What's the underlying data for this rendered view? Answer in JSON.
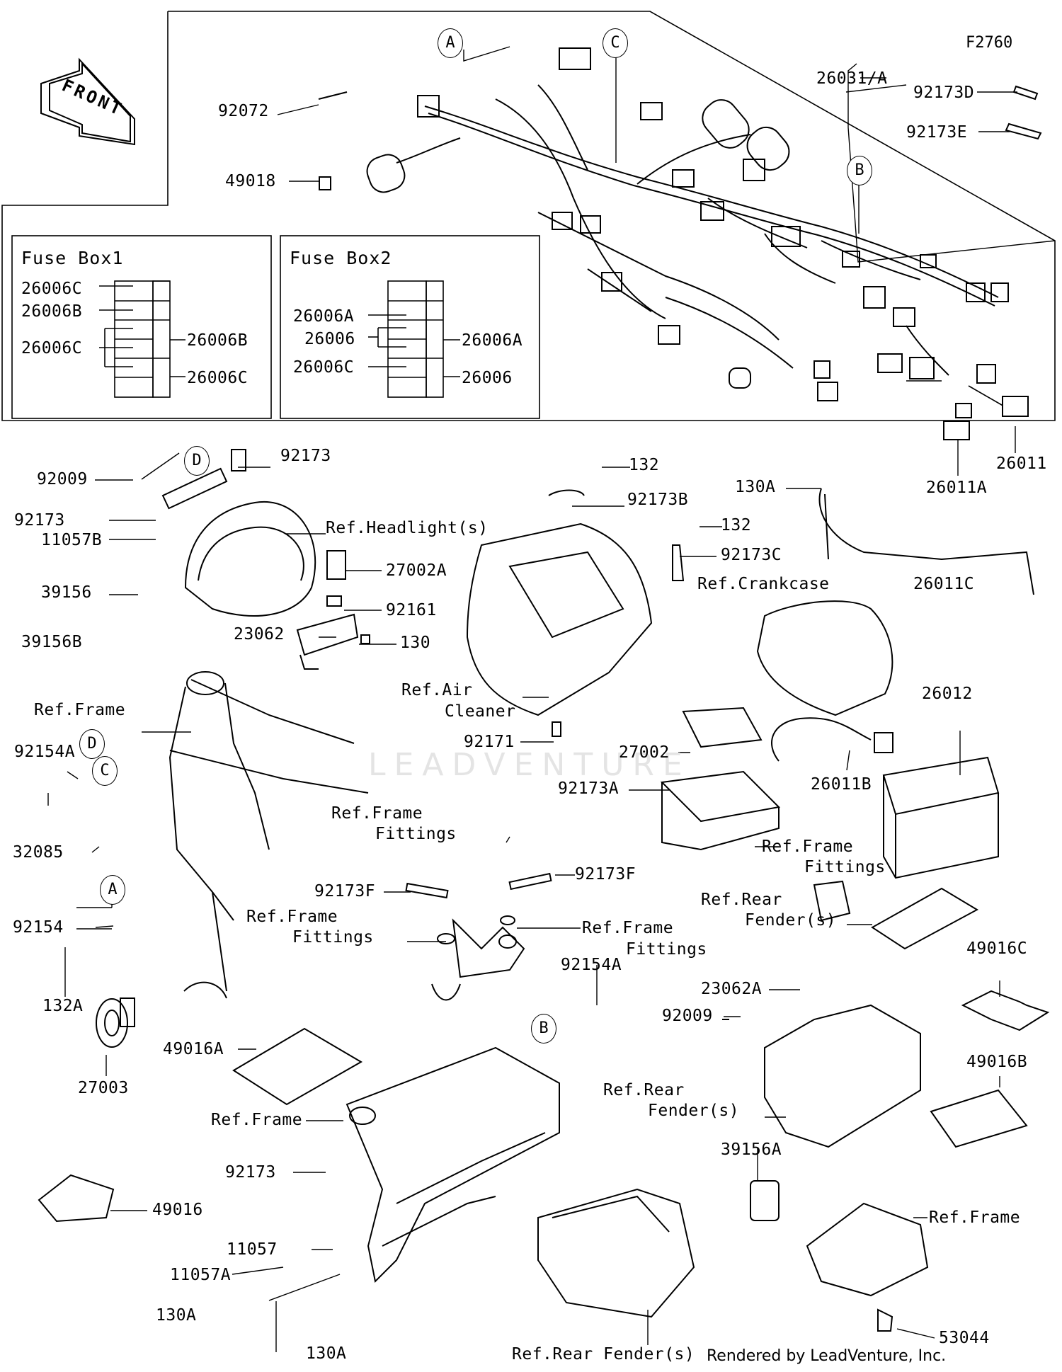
{
  "figure_code": "F2760",
  "front_label": "FRONT",
  "callouts": [
    "A",
    "B",
    "C",
    "D"
  ],
  "fuse_box_1": {
    "title": "Fuse Box1",
    "left_labels": [
      "26006C",
      "26006B",
      "26006C"
    ],
    "right_labels": [
      "26006B",
      "26006C"
    ]
  },
  "fuse_box_2": {
    "title": "Fuse Box2",
    "left_labels": [
      "26006A",
      "26006",
      "26006C"
    ],
    "right_labels": [
      "26006A",
      "26006"
    ]
  },
  "parts": {
    "p26031A": "26031/A",
    "p92173D": "92173D",
    "p92173E": "92173E",
    "p92072": "92072",
    "p49018": "49018",
    "p26011": "26011",
    "p26011A": "26011A",
    "p92009_top": "92009",
    "p92173_top": "92173",
    "p92173_left": "92173",
    "p11057B": "11057B",
    "p39156": "39156",
    "p39156B": "39156B",
    "p27002A": "27002A",
    "p92161": "92161",
    "p23062": "23062",
    "p130": "130",
    "p132_a": "132",
    "p92173B": "92173B",
    "p132_b": "132",
    "p92173C": "92173C",
    "p130A_top": "130A",
    "p26011C": "26011C",
    "p92154A_left": "92154A",
    "p32085": "32085",
    "p92154": "92154",
    "p92171": "92171",
    "p27002": "27002",
    "p92173A": "92173A",
    "p26011B": "26011B",
    "p26012": "26012",
    "p92173F_a": "92173F",
    "p92173F_b": "92173F",
    "p132A": "132A",
    "p27003": "27003",
    "p49016A": "49016A",
    "p92154A_mid": "92154A",
    "p92009_mid": "92009",
    "p23062A": "23062A",
    "p49016C": "49016C",
    "p49016B": "49016B",
    "p92173_bottom": "92173",
    "p49016": "49016",
    "p11057": "11057",
    "p11057A": "11057A",
    "p130A_b1": "130A",
    "p130A_b2": "130A",
    "p39156A": "39156A",
    "p53044": "53044"
  },
  "references": {
    "headlight": "Ref.Headlight(s)",
    "air_cleaner_1": "Ref.Air",
    "air_cleaner_2": "Cleaner",
    "crankcase": "Ref.Crankcase",
    "frame_left": "Ref.Frame",
    "frame_fittings_top_1": "Ref.Frame",
    "frame_fittings_top_2": "Fittings",
    "frame_fittings_mid_1": "Ref.Frame",
    "frame_fittings_mid_2": "Fittings",
    "frame_fittings_left_1": "Ref.Frame",
    "frame_fittings_left_2": "Fittings",
    "frame_fittings_right_1": "Ref.Frame",
    "frame_fittings_right_2": "Fittings",
    "rear_fender_top_1": "Ref.Rear",
    "rear_fender_top_2": "Fender(s)",
    "rear_fender_mid_1": "Ref.Rear",
    "rear_fender_mid_2": "Fender(s)",
    "frame_bottom": "Ref.Frame",
    "frame_bottom_right": "Ref.Frame",
    "rear_fender_bottom": "Ref.Rear Fender(s)"
  },
  "credit": "Rendered by LeadVenture, Inc.",
  "watermark": "LEADVENTURE"
}
